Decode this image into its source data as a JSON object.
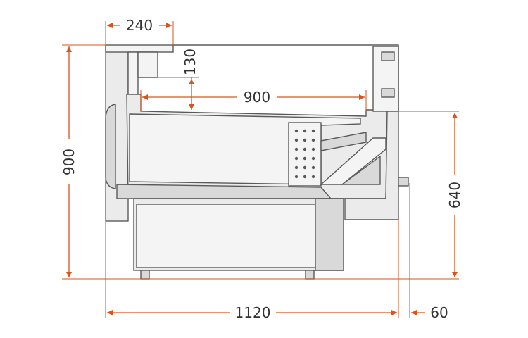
{
  "colors": {
    "dimension": "#d9531e",
    "outline": "#5a5a5a",
    "body": "#ebebeb"
  },
  "dimensions": {
    "top_width": "240",
    "shelf_height": "130",
    "inner_width": "900",
    "total_height": "900",
    "counter_height": "640",
    "total_width": "1120",
    "overhang": "60"
  }
}
